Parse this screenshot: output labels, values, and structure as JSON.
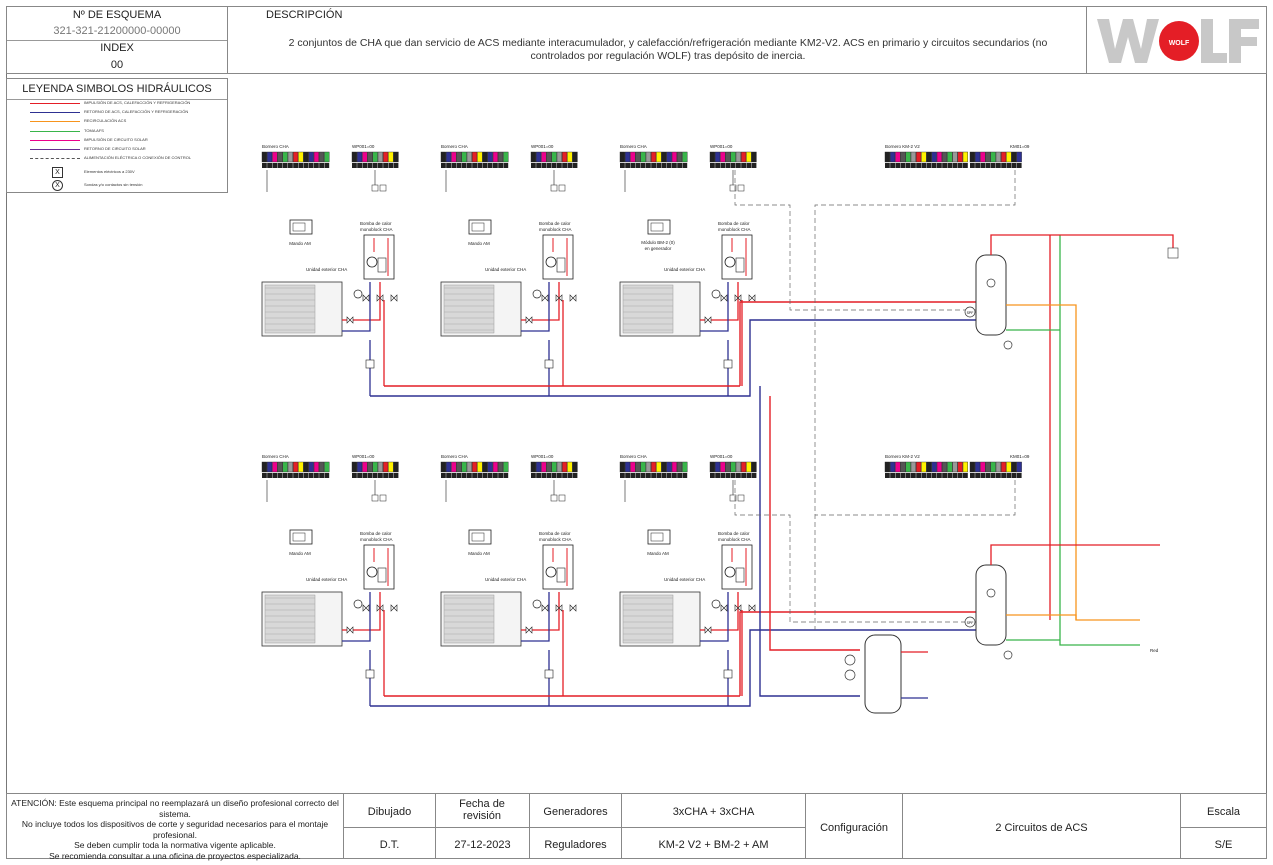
{
  "header": {
    "scheme_label": "Nº DE ESQUEMA",
    "scheme_number": "321-321-21200000-00000",
    "index_label": "INDEX",
    "index_value": "00",
    "description_label": "DESCRIPCIÓN",
    "description_text": "2 conjuntos de CHA que dan servicio de ACS mediante interacumulador, y calefacción/refrigeración mediante KM2-V2. ACS en primario y circuitos secundarios (no controlados por regulación WOLF) tras depósito de inercia.",
    "brand": "WOLF"
  },
  "legend": {
    "title": "LEYENDA SIMBOLOS HIDRÁULICOS",
    "items": [
      {
        "label": "IMPULSIÓN DE ACS, CALEFACCIÓN Y REFRIGERACIÓN",
        "color": "#e41e26",
        "dash": false
      },
      {
        "label": "RETORNO DE ACS, CALEFACCIÓN Y REFRIGERACIÓN",
        "color": "#2e3192",
        "dash": false
      },
      {
        "label": "RECIRCULACIÓN ACS",
        "color": "#f7941d",
        "dash": false
      },
      {
        "label": "TOMA AFS",
        "color": "#39b54a",
        "dash": false
      },
      {
        "label": "IMPULSIÓN DE CIRCUITO SOLAR",
        "color": "#ec008c",
        "dash": false
      },
      {
        "label": "RETORNO DE CIRCUITO SOLAR",
        "color": "#662d91",
        "dash": false
      },
      {
        "label": "ALIMENTACIÓN ELÉCTRICA O CONEXIÓN DE CONTROL",
        "color": "#555555",
        "dash": true
      }
    ],
    "symbol_items": [
      {
        "symbol": "X",
        "label": "Elementos eléctricos a 230V"
      },
      {
        "symbol": "X",
        "label": "Sondas y/o contactos sin tensión"
      }
    ]
  },
  "diagram": {
    "units": [
      {
        "bornero": "Bornero CHA",
        "wp": "WP001=00",
        "control": "Mando AM",
        "pump": "Bomba de calor monoblock CHA",
        "outdoor": "Unidad exterior CHA"
      },
      {
        "bornero": "Bornero CHA",
        "wp": "WP001=00",
        "control": "Mando AM",
        "pump": "Bomba de calor monoblock CHA",
        "outdoor": "Unidad exterior CHA"
      },
      {
        "bornero": "Bornero CHA",
        "wp": "WP001=00",
        "control": "Módulo BM-2 (0) en generador",
        "pump": "Bomba de calor monoblock CHA",
        "outdoor": "Unidad exterior CHA"
      },
      {
        "bornero": "Bornero CHA",
        "wp": "WP001=00",
        "control": "Mando AM",
        "pump": "Bomba de calor monoblock CHA",
        "outdoor": "Unidad exterior CHA"
      },
      {
        "bornero": "Bornero CHA",
        "wp": "WP001=00",
        "control": "Mando AM",
        "pump": "Bomba de calor monoblock CHA",
        "outdoor": "Unidad exterior CHA"
      },
      {
        "bornero": "Bornero CHA",
        "wp": "WP001=00",
        "control": "Mando AM",
        "pump": "Bomba de calor monoblock CHA",
        "outdoor": "Unidad exterior CHA"
      }
    ],
    "km_label": "Bornero KM-2 V2",
    "km_code": "KM01=09",
    "sensor_label": "SPF",
    "red_label": "Red",
    "colors": {
      "supply": "#e41e26",
      "return": "#2e3192",
      "recirc": "#f7941d",
      "cold": "#39b54a",
      "control": "#666666"
    }
  },
  "footer": {
    "notice": [
      "ATENCIÓN: Este esquema principal no reemplazará un diseño profesional correcto del sistema.",
      "No incluye todos los dispositivos de corte y seguridad necesarios para el montaje profesional.",
      "Se deben cumplir toda la normativa vigente aplicable.",
      "Se recomienda consultar a una oficina de proyectos especializada."
    ],
    "drawn_label": "Dibujado",
    "drawn_value": "D.T.",
    "date_label": "Fecha de revisión",
    "date_value": "27-12-2023",
    "generators_label": "Generadores",
    "generators_value": "3xCHA  + 3xCHA",
    "regulators_label": "Reguladores",
    "regulators_value": "KM-2 V2 + BM-2 + AM",
    "config_label": "Configuración",
    "config_value": "2 Circuitos de ACS",
    "scale_label": "Escala",
    "scale_value": "S/E"
  }
}
